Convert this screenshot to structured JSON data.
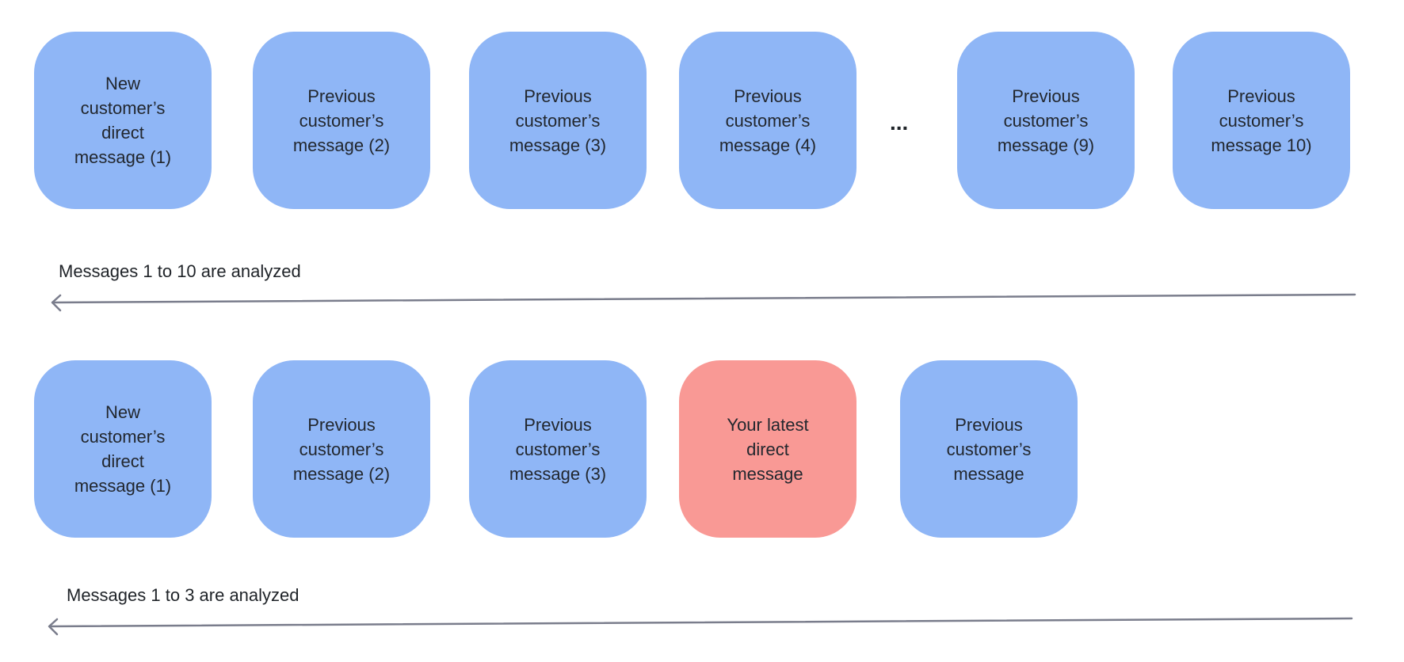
{
  "row1": {
    "cards": [
      {
        "text": "New customer’s direct message (1)",
        "color": "#8fb6f6"
      },
      {
        "text": "Previous customer’s message (2)",
        "color": "#8fb6f6"
      },
      {
        "text": "Previous customer’s message (3)",
        "color": "#8fb6f6"
      },
      {
        "text": "Previous customer’s message (4)",
        "color": "#8fb6f6"
      },
      {
        "text": "Previous customer’s message (9)",
        "color": "#8fb6f6"
      },
      {
        "text": "Previous customer’s message 10)",
        "color": "#8fb6f6"
      }
    ],
    "ellipsis": "...",
    "caption": "Messages 1 to 10 are analyzed"
  },
  "row2": {
    "cards": [
      {
        "text": "New customer’s direct message (1)",
        "color": "#8fb6f6"
      },
      {
        "text": "Previous customer’s message (2)",
        "color": "#8fb6f6"
      },
      {
        "text": "Previous customer’s message (3)",
        "color": "#8fb6f6"
      },
      {
        "text": "Your latest direct message",
        "color": "#f99995"
      },
      {
        "text": "Previous customer’s message",
        "color": "#8fb6f6"
      }
    ],
    "caption": "Messages 1 to 3 are analyzed"
  },
  "colors": {
    "customer_message": "#8fb6f6",
    "your_message": "#f99995",
    "arrow": "#7a7d8c"
  }
}
